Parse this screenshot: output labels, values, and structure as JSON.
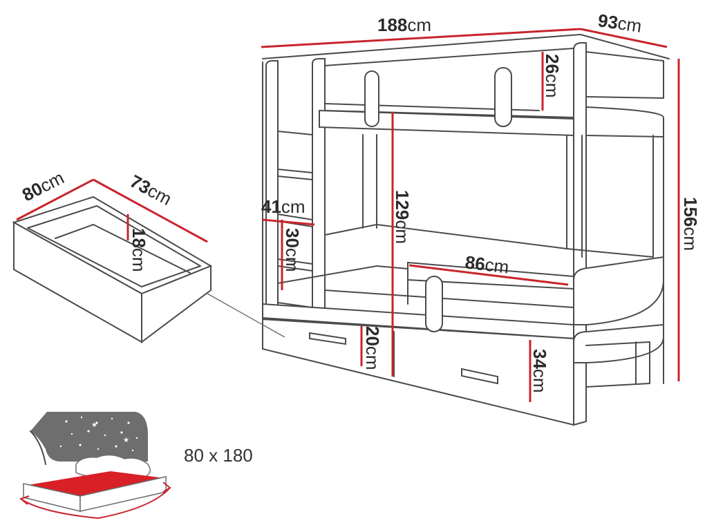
{
  "dimensions": {
    "bed_length": {
      "value": "188",
      "unit": "cm"
    },
    "bed_depth": {
      "value": "93",
      "unit": "cm"
    },
    "guard_height": {
      "value": "26",
      "unit": "cm"
    },
    "total_height": {
      "value": "156",
      "unit": "cm"
    },
    "interior_height": {
      "value": "129",
      "unit": "cm"
    },
    "ladder_width": {
      "value": "41",
      "unit": "cm"
    },
    "ladder_step": {
      "value": "30",
      "unit": "cm"
    },
    "guard_length": {
      "value": "86",
      "unit": "cm"
    },
    "base_height": {
      "value": "20",
      "unit": "cm"
    },
    "drawer_height": {
      "value": "34",
      "unit": "cm"
    },
    "drawer_width": {
      "value": "80",
      "unit": "cm"
    },
    "drawer_depth": {
      "value": "73",
      "unit": "cm"
    },
    "drawer_inner_height": {
      "value": "18",
      "unit": "cm"
    }
  },
  "mattress": {
    "size_label": "80 x 180",
    "accent_color": "#d92027",
    "night_sky_color": "#6e6e6e"
  },
  "colors": {
    "dimension_line": "#c9242b",
    "outline": "#4a4a4a",
    "text": "#2b2b2b"
  }
}
